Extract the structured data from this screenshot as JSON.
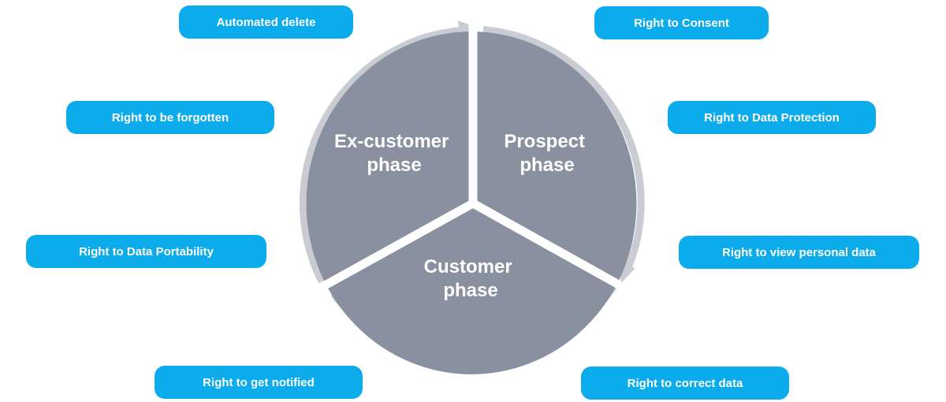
{
  "phases": {
    "ex_customer": [
      "Ex-customer",
      "phase"
    ],
    "prospect": [
      "Prospect",
      "phase"
    ],
    "customer": [
      "Customer",
      "phase"
    ]
  },
  "rights_left": {
    "automated_delete": "Automated delete",
    "forgotten": "Right to be forgotten",
    "portability": "Right to Data Portability",
    "notified": "Right to get notified"
  },
  "rights_right": {
    "consent": "Right to Consent",
    "protection": "Right to Data Protection",
    "view_data": "Right to view personal data",
    "correct_data": "Right to correct data"
  },
  "colors": {
    "pill": "#0babec",
    "segment": "#8990a0",
    "ring": "#c9ccd3"
  }
}
